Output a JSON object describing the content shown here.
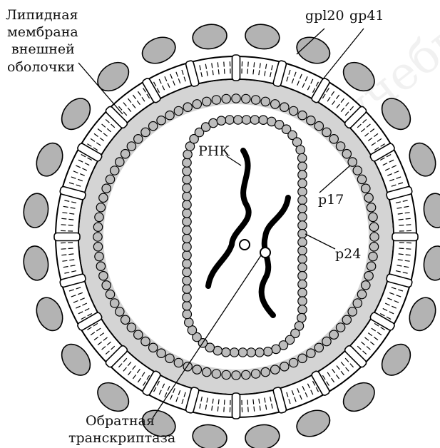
{
  "labels": {
    "lipid_line1": "Липидная",
    "lipid_line2": "мембрана",
    "lipid_line3": "внешней",
    "lipid_line4": "оболочки",
    "gp120": "gpl20",
    "gp41": "gp41",
    "rna": "РНК",
    "p17": "p17",
    "p24": "p24",
    "rt_line1": "Обратная",
    "rt_line2": "транскриптаза"
  },
  "watermark": "Российский учебник",
  "colors": {
    "stroke": "#000000",
    "gp120_fill": "#b3b3b3",
    "matrix_fill": "#d4d4d4",
    "bead_fill": "#bdbdbd",
    "background": "#ffffff"
  }
}
